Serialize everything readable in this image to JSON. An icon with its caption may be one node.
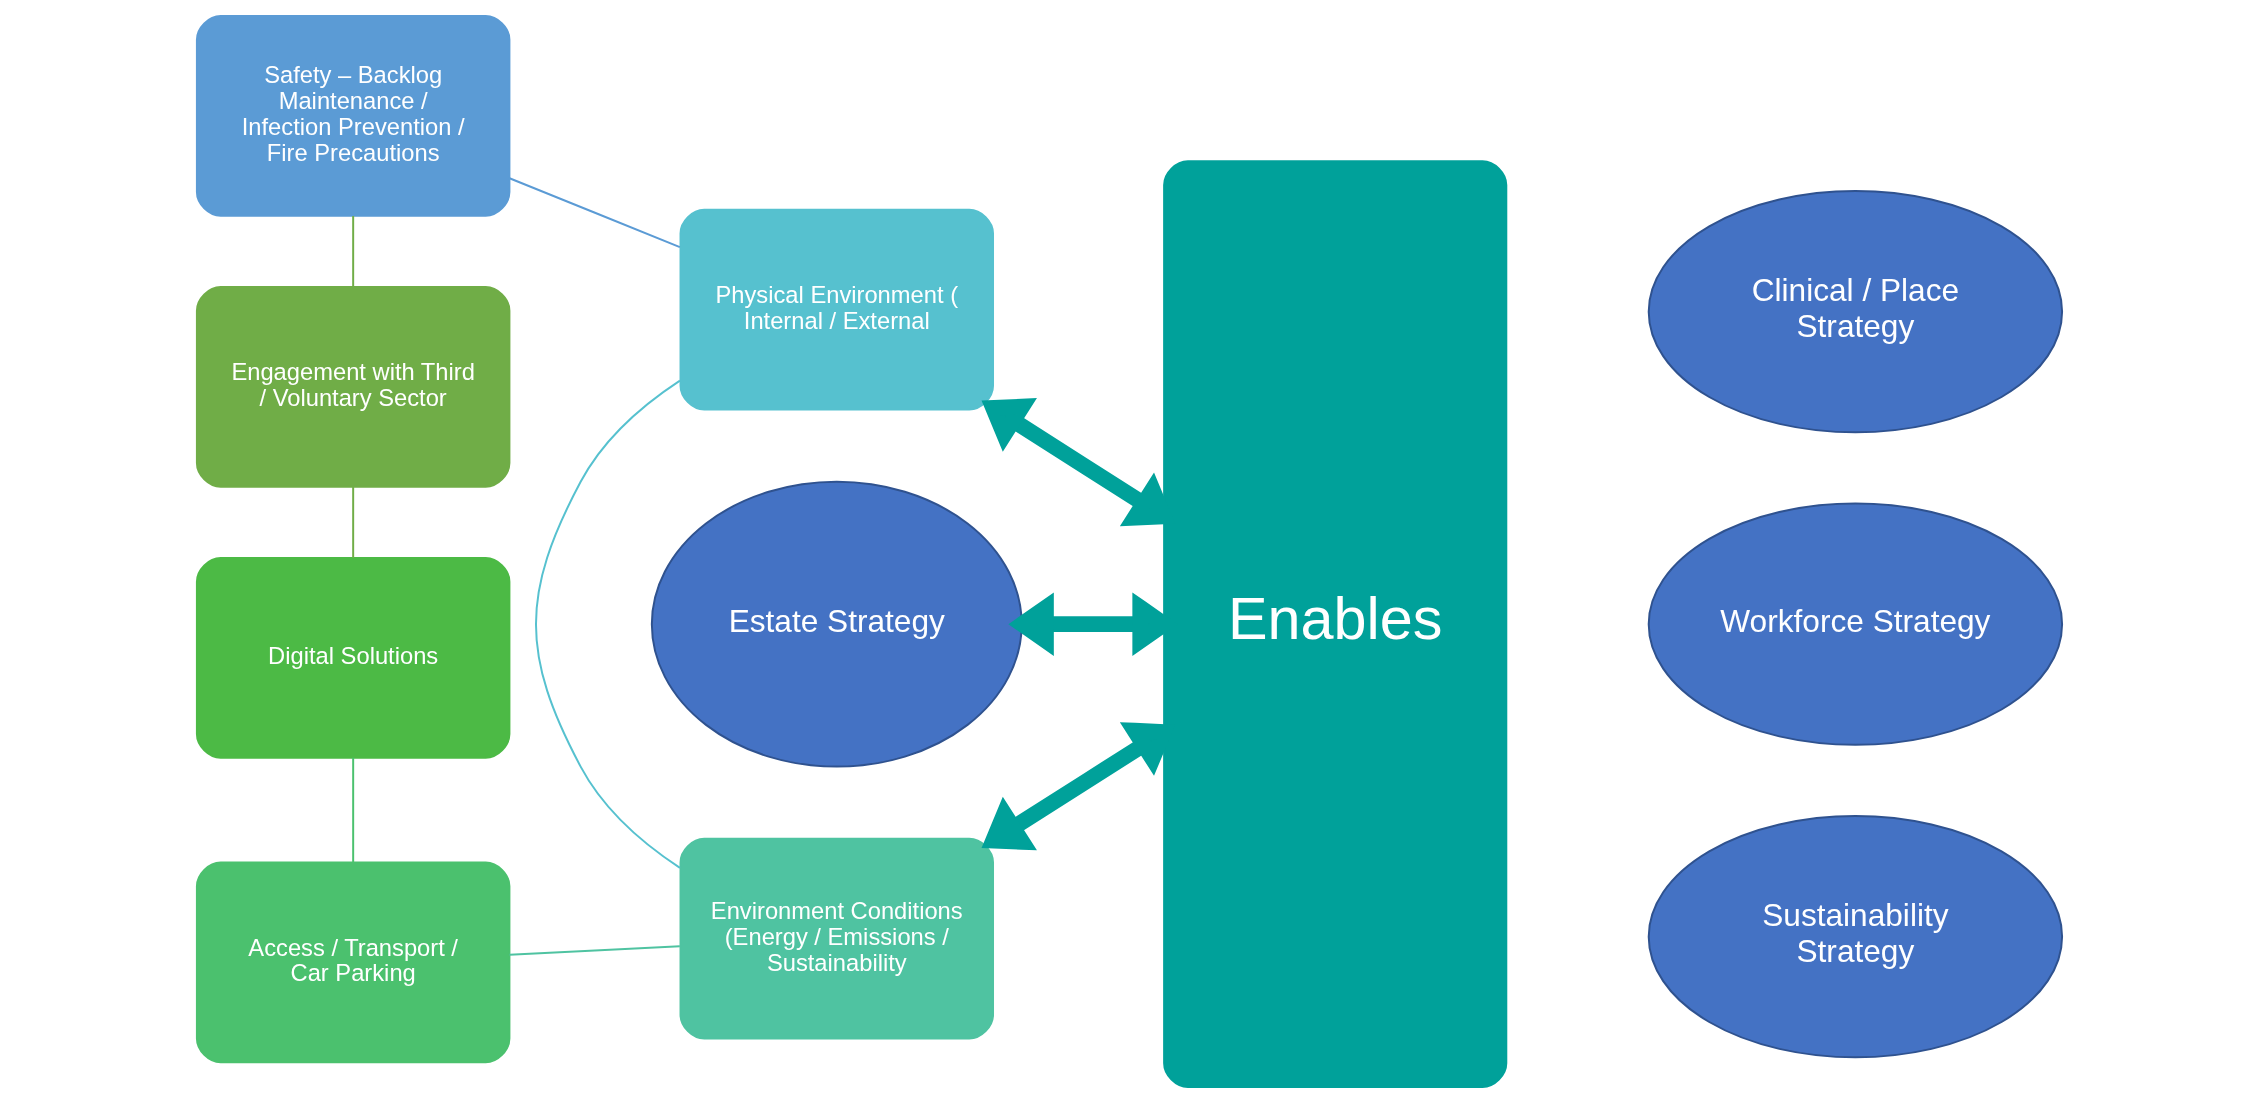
{
  "diagram": {
    "nodes": [
      {
        "text": [
          "Estate Strategy"
        ]
      },
      {
        "text": [
          "Safety – Backlog Maintenance / Infection Prevention / Fire Precautions"
        ]
      },
      {
        "text": [
          "Physical Environment ( Internal / External"
        ]
      },
      {
        "text": [
          "Environment Conditions (Energy / Emissions / Sustainability"
        ]
      },
      {
        "text": [
          "Access / Transport / Car Parking"
        ]
      },
      {
        "text": [
          "Digital Solutions"
        ]
      },
      {
        "text": [
          "Engagement with Third / Voluntary Sector"
        ]
      },
      {
        "text": [
          "Enables"
        ]
      },
      {
        "text": [
          "Clinical / Place Strategy"
        ]
      },
      {
        "text": [
          "Workforce Strategy"
        ]
      },
      {
        "text": [
          "Sustainability Strategy"
        ]
      }
    ],
    "edges": [
      {
        "from": 1,
        "to": 2,
        "arrow": "none",
        "color": "#5b9bd5"
      },
      {
        "from": 2,
        "to": 3,
        "arrow": "none",
        "color": "#56c1cf"
      },
      {
        "from": 3,
        "to": 4,
        "arrow": "none",
        "color": "#4fc3a1"
      },
      {
        "from": 4,
        "to": 5,
        "arrow": "none",
        "color": "#4bc16e"
      },
      {
        "from": 5,
        "to": 6,
        "arrow": "none",
        "color": "#70ad47"
      },
      {
        "from": 6,
        "to": 1,
        "arrow": "none",
        "color": "#70ad47"
      },
      {
        "from": 2,
        "to": 7,
        "arrow": "both",
        "style": "thick",
        "color": "#00a19a"
      },
      {
        "from": 0,
        "to": 7,
        "arrow": "both",
        "style": "thick",
        "color": "#00a19a"
      },
      {
        "from": 3,
        "to": 7,
        "arrow": "both",
        "style": "thick",
        "color": "#00a19a"
      }
    ]
  }
}
